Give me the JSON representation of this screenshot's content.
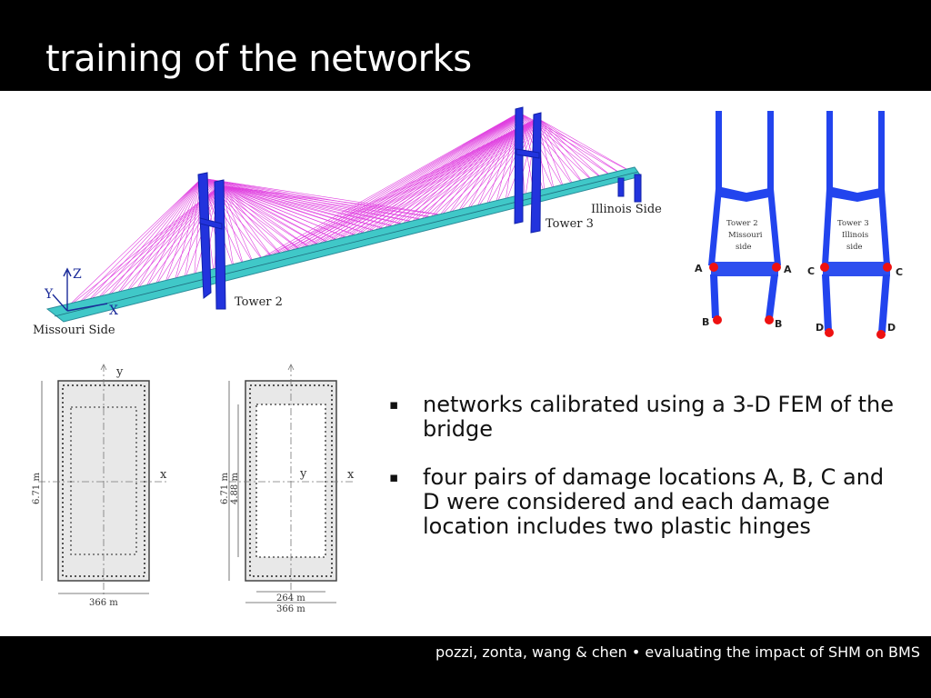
{
  "slide": {
    "title": "training of the networks",
    "footer": "pozzi, zonta, wang & chen  •  evaluating the impact of SHM on BMS"
  },
  "bridge_figure": {
    "labels": {
      "missouri_side": "Missouri Side",
      "illinois_side": "Illinois  Side",
      "tower2": "Tower 2",
      "tower3": "Tower 3",
      "axis_z": "Z",
      "axis_y": "Y",
      "axis_x": "X"
    },
    "colors": {
      "cables": "#e040e0",
      "towers": "#2233dd",
      "deck": "#40c8c8"
    }
  },
  "tower_figure": {
    "tower2_caption": [
      "Tower 2",
      "Missouri",
      "side"
    ],
    "tower3_caption": [
      "Tower 3",
      "Illinois",
      "side"
    ],
    "damage_labels": {
      "a": "A",
      "b": "B",
      "c": "C",
      "d": "D"
    },
    "colors": {
      "tower": "#2244ee",
      "hinge": "#ee1111"
    }
  },
  "section_figure": {
    "solid": {
      "axis_y": "y",
      "axis_x": "x",
      "height_dim": "6.71 m",
      "width_dim": "366 m"
    },
    "hollow": {
      "axis_y": "y",
      "axis_x": "x",
      "height_dim": "6.71 m",
      "inner_height_dim": "4.88 m",
      "inner_width_dim": "264 m",
      "width_dim": "366 m"
    }
  },
  "bullets": [
    {
      "marker": "▪",
      "text": "networks calibrated using a 3-D FEM of the bridge"
    },
    {
      "marker": "▪",
      "text": "four pairs of damage locations A, B, C and D were considered and each damage location includes two plastic hinges"
    }
  ]
}
